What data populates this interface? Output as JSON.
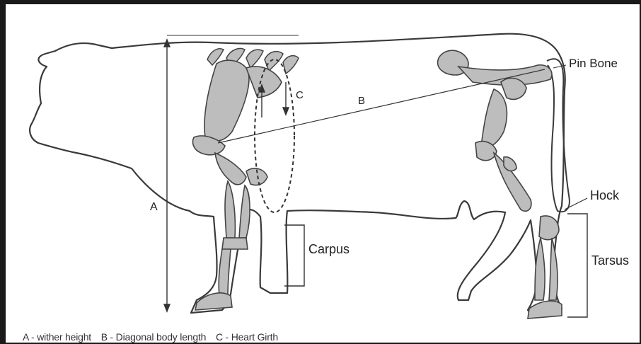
{
  "labels": {
    "a": "A",
    "b": "B",
    "c": "C",
    "pin_bone": "Pin Bone",
    "hock": "Hock",
    "carpus": "Carpus",
    "tarsus": "Tarsus"
  },
  "legend": {
    "a": "A - wither height",
    "b": "B - Diagonal body length",
    "c": "C - Heart Girth"
  },
  "colors": {
    "frame": "#1a1a1a",
    "outline": "#3a3a3a",
    "bone_fill": "#bdbdbd"
  }
}
